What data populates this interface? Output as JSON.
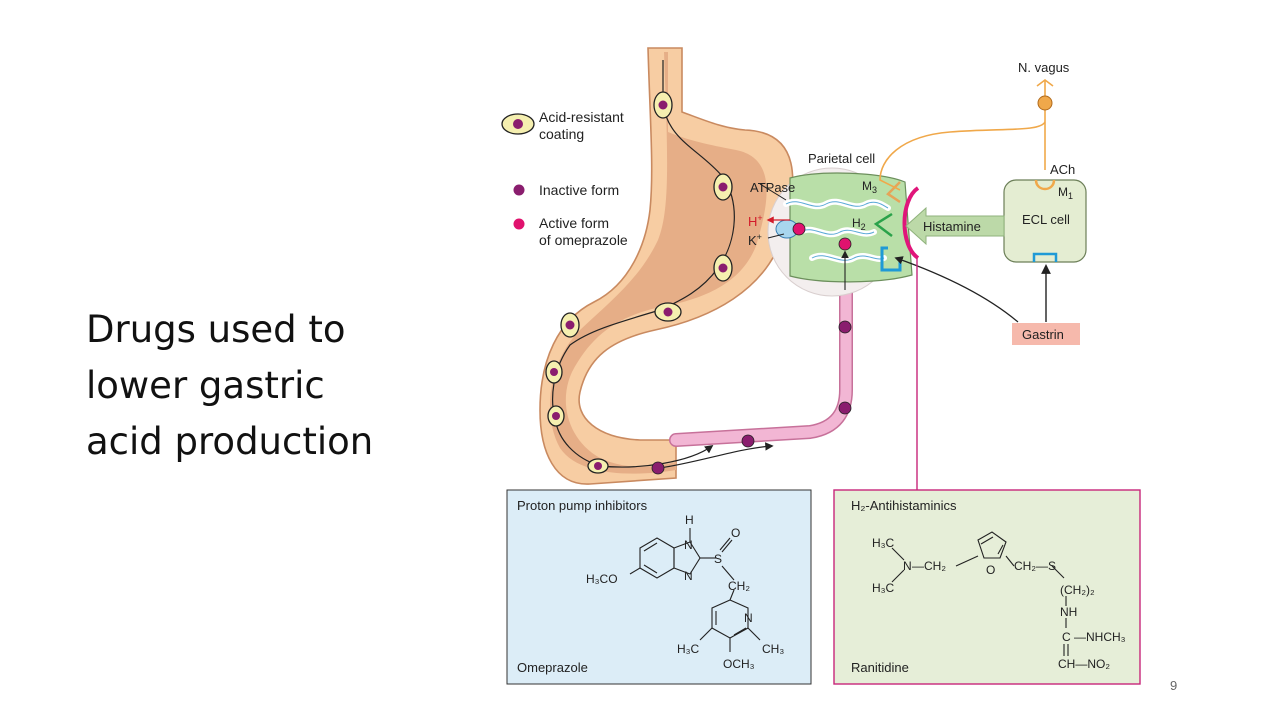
{
  "slide": {
    "title_lines": [
      "Drugs used to",
      "lower gastric",
      "acid production"
    ],
    "page_number": "9"
  },
  "legend": {
    "coating_line1": "Acid-resistant",
    "coating_line2": "coating",
    "inactive": "Inactive form",
    "active_line1": "Active form",
    "active_line2": "of omeprazole"
  },
  "labels": {
    "n_vagus": "N. vagus",
    "ach": "ACh",
    "m1": "M",
    "m1_sub": "1",
    "ecl_cell": "ECL cell",
    "parietal_cell": "Parietal cell",
    "atpase": "ATPase",
    "m3": "M",
    "m3_sub": "3",
    "h2": "H",
    "h2_sub": "2",
    "h_plus": "H",
    "h_plus_sup": "+",
    "k_plus": "K",
    "k_plus_sup": "+",
    "histamine": "Histamine",
    "gastrin": "Gastrin"
  },
  "ppi_panel": {
    "title": "Proton pump inhibitors",
    "drug": "Omeprazole",
    "atoms": {
      "h": "H",
      "n_top": "N",
      "n_bottom": "N",
      "s": "S",
      "o": "O",
      "h3co": "H₃CO",
      "ch2": "CH₂",
      "n_ring": "N",
      "h3c": "H₃C",
      "ch3": "CH₃",
      "och3": "OCH₃"
    }
  },
  "h2_panel": {
    "title": "H₂-Antihistaminics",
    "drug": "Ranitidine",
    "atoms": {
      "h3c_top": "H₃C",
      "h3c_bottom": "H₃C",
      "n": "N",
      "ch2_a": "—CH₂",
      "o": "O",
      "ch2_b": "CH₂—S",
      "ch2_2": "(CH₂)₂",
      "nh": "NH",
      "c_nhch3": "C —NHCH₃",
      "ch_no2": "CH—NO₂"
    }
  },
  "colors": {
    "stomach_outer": "#f7cda3",
    "stomach_inner": "#e6ae87",
    "stomach_stroke": "#c98a60",
    "drug_dark": "#8a1d6e",
    "drug_active": "#e0126e",
    "coating_fill": "#f5efb0",
    "vein": "#f2b6d4",
    "parietal": "#b9dfa8",
    "ecl": "#e4edd2",
    "nerve": "#f0a84a",
    "gastrin_box": "#f6b9ac",
    "ppi_bg": "#dcedf7",
    "h2_bg": "#e6eed8",
    "h2_border": "#c8267a",
    "histamine_arrow": "#bcd9a8",
    "receptor_magenta": "#e0157a",
    "receptor_green": "#2aa24a",
    "receptor_blue": "#1f9ad6"
  }
}
